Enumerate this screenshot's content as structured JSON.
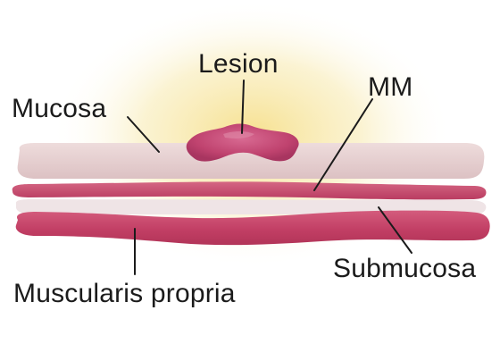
{
  "labels": {
    "lesion": "Lesion",
    "mucosa": "Mucosa",
    "mm": "MM",
    "submucosa": "Submucosa",
    "muscularis_propria": "Muscularis propria"
  },
  "colors": {
    "glow": "#f7e7a6",
    "mucosa": "#e8d3d3",
    "submucosa": "#f1e7e8",
    "muscularis_mucosae": "#c6496c",
    "muscularis_propria": "#c8456a",
    "lesion": "#c94a78",
    "leader_line": "#1b1b1b"
  }
}
